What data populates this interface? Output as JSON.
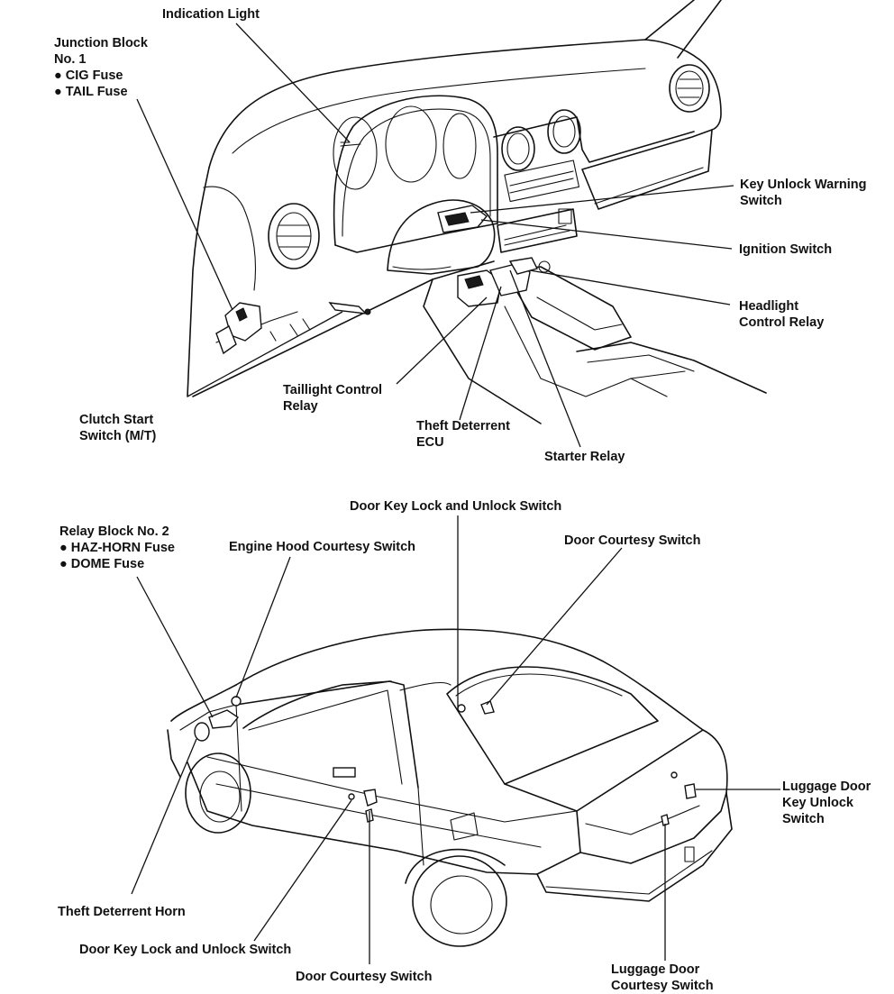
{
  "colors": {
    "ink": "#111111",
    "background": "#ffffff"
  },
  "bullet_glyph": "●",
  "dashboard": {
    "indication_light": "Indication Light",
    "junction_block": {
      "title_line1": "Junction Block",
      "title_line2": "No. 1",
      "items": [
        "CIG Fuse",
        "TAIL Fuse"
      ]
    },
    "key_unlock_warning_switch": [
      "Key Unlock Warning",
      "Switch"
    ],
    "ignition_switch": "Ignition Switch",
    "headlight_control_relay": [
      "Headlight",
      "Control Relay"
    ],
    "taillight_control_relay": [
      "Taillight Control",
      "Relay"
    ],
    "clutch_start_switch": [
      "Clutch Start",
      "Switch (M/T)"
    ],
    "theft_deterrent_ecu": [
      "Theft Deterrent",
      "ECU"
    ],
    "starter_relay": "Starter Relay"
  },
  "car": {
    "door_key_lock_top": "Door Key Lock and Unlock Switch",
    "relay_block": {
      "title": "Relay Block No. 2",
      "items": [
        "HAZ-HORN Fuse",
        "DOME Fuse"
      ]
    },
    "engine_hood_courtesy_switch": "Engine Hood Courtesy Switch",
    "door_courtesy_switch_top": "Door Courtesy Switch",
    "luggage_door_key_unlock_switch": [
      "Luggage Door",
      "Key Unlock",
      "Switch"
    ],
    "theft_deterrent_horn": "Theft Deterrent Horn",
    "door_key_lock_bottom": "Door Key Lock and Unlock Switch",
    "door_courtesy_switch_bottom": "Door Courtesy Switch",
    "luggage_door_courtesy_switch": [
      "Luggage Door",
      "Courtesy Switch"
    ]
  }
}
